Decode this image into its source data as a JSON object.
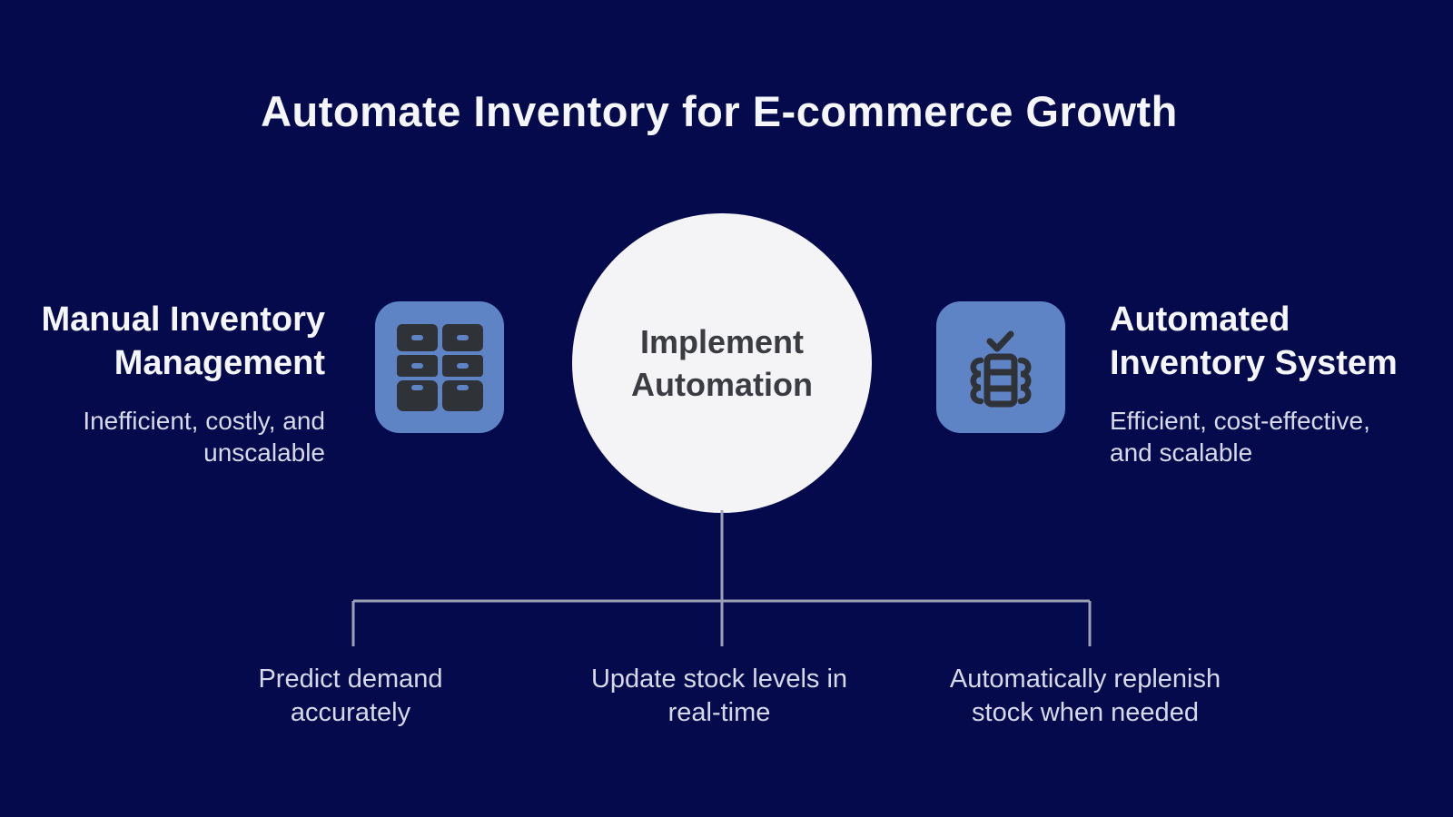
{
  "title": "Automate Inventory for E-commerce Growth",
  "left": {
    "heading": "Manual Inventory\nManagement",
    "subtitle": "Inefficient, costly, and\nunscalable",
    "icon": "drawer-cabinet-icon"
  },
  "center": {
    "label": "Implement\nAutomation"
  },
  "right": {
    "heading": "Automated\nInventory System",
    "subtitle": "Efficient, cost-effective,\nand scalable",
    "icon": "inventory-check-icon"
  },
  "benefits": [
    {
      "text": "Predict demand\naccurately"
    },
    {
      "text": "Update stock levels in\nreal-time"
    },
    {
      "text": "Automatically replenish\nstock when needed"
    }
  ],
  "colors": {
    "background": "#050a4d",
    "tile_blue": "#5e84c6",
    "icon_dark": "#2f3237",
    "circle_fill": "#f4f4f6",
    "circle_text": "#3a3c42",
    "heading_text": "#f4f6fa",
    "muted_text": "#d6dae8",
    "connector": "#9ba0b5"
  }
}
